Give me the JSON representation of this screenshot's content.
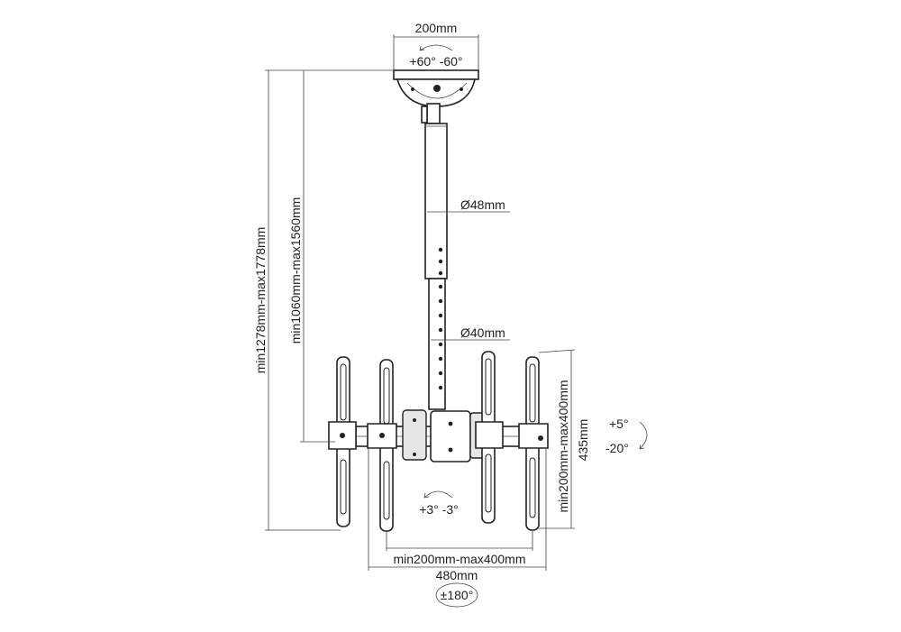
{
  "dimensions": {
    "plate_width": "200mm",
    "plate_tilt": "+60° -60°",
    "tube_upper": "Ø48mm",
    "tube_lower": "Ø40mm",
    "height_total": "min1278mm-max1778mm",
    "height_pole": "min1060mm-max1560mm",
    "vesa_vertical": "min200mm-max400mm",
    "arm_height": "435mm",
    "vesa_horizontal": "min200mm-max400mm",
    "overall_width": "480mm",
    "swivel": "±180°",
    "level_adjust": "+3°  -3°",
    "tilt_up": "+5°",
    "tilt_down": "-20°"
  }
}
